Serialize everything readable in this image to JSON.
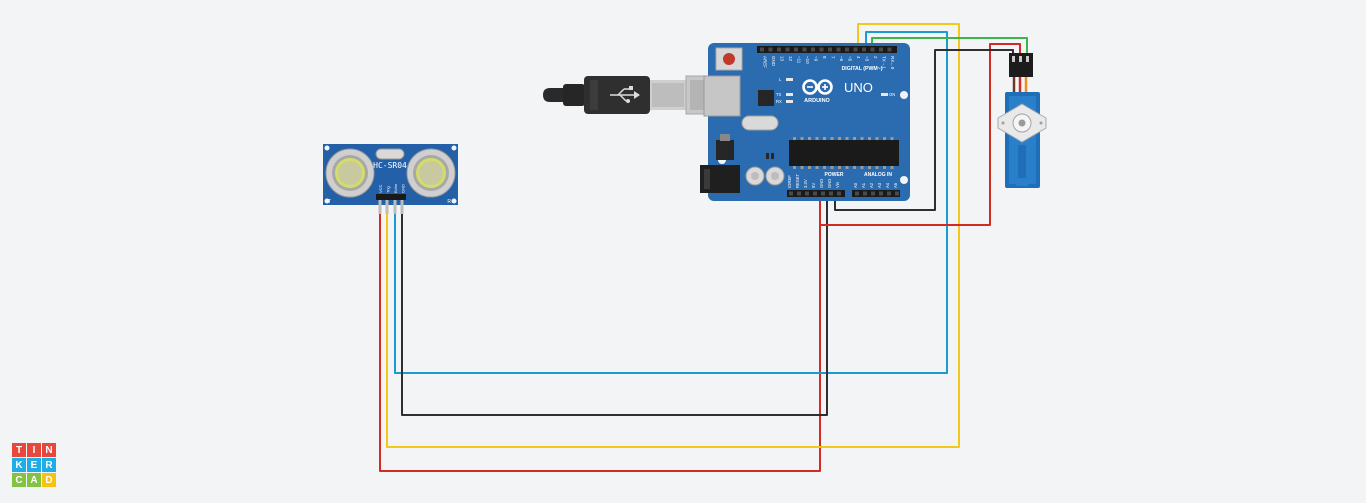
{
  "sensor": {
    "model": "HC-SR04",
    "pins": [
      "VCC",
      "Trig",
      "Echo",
      "GND"
    ],
    "corner_left": "T",
    "corner_right": "R"
  },
  "arduino": {
    "brand": "ARDUINO",
    "model": "UNO",
    "digital_header": "DIGITAL (PWM~)",
    "power_header": "POWER",
    "analog_header": "ANALOG IN",
    "digital_pins": [
      "AREF",
      "GND",
      "13",
      "12",
      "~11",
      "~10",
      "~9",
      "8",
      "7",
      "~6",
      "~5",
      "4",
      "~3",
      "2",
      "TX→1",
      "RX←0"
    ],
    "power_pins": [
      "IOREF",
      "RESET",
      "3.3V",
      "5V",
      "GND",
      "GND",
      "Vin"
    ],
    "analog_pins": [
      "A0",
      "A1",
      "A2",
      "A3",
      "A4",
      "A5"
    ],
    "led_labels": [
      "L",
      "TX",
      "RX",
      "ON"
    ]
  },
  "logo": {
    "letters": [
      "T",
      "I",
      "N",
      "K",
      "E",
      "R",
      "C",
      "A",
      "D"
    ],
    "colors": [
      "#e8473b",
      "#e8473b",
      "#e8473b",
      "#1eade4",
      "#1eade4",
      "#1eade4",
      "#83c341",
      "#83c341",
      "#f6c30f"
    ]
  },
  "colors": {
    "board": "#2b6cb0",
    "wire_red": "#d32a23",
    "wire_black": "#2f2f2f",
    "wire_blue": "#1b9bd1",
    "wire_yellow": "#f2c919",
    "wire_green": "#3cb54a"
  }
}
